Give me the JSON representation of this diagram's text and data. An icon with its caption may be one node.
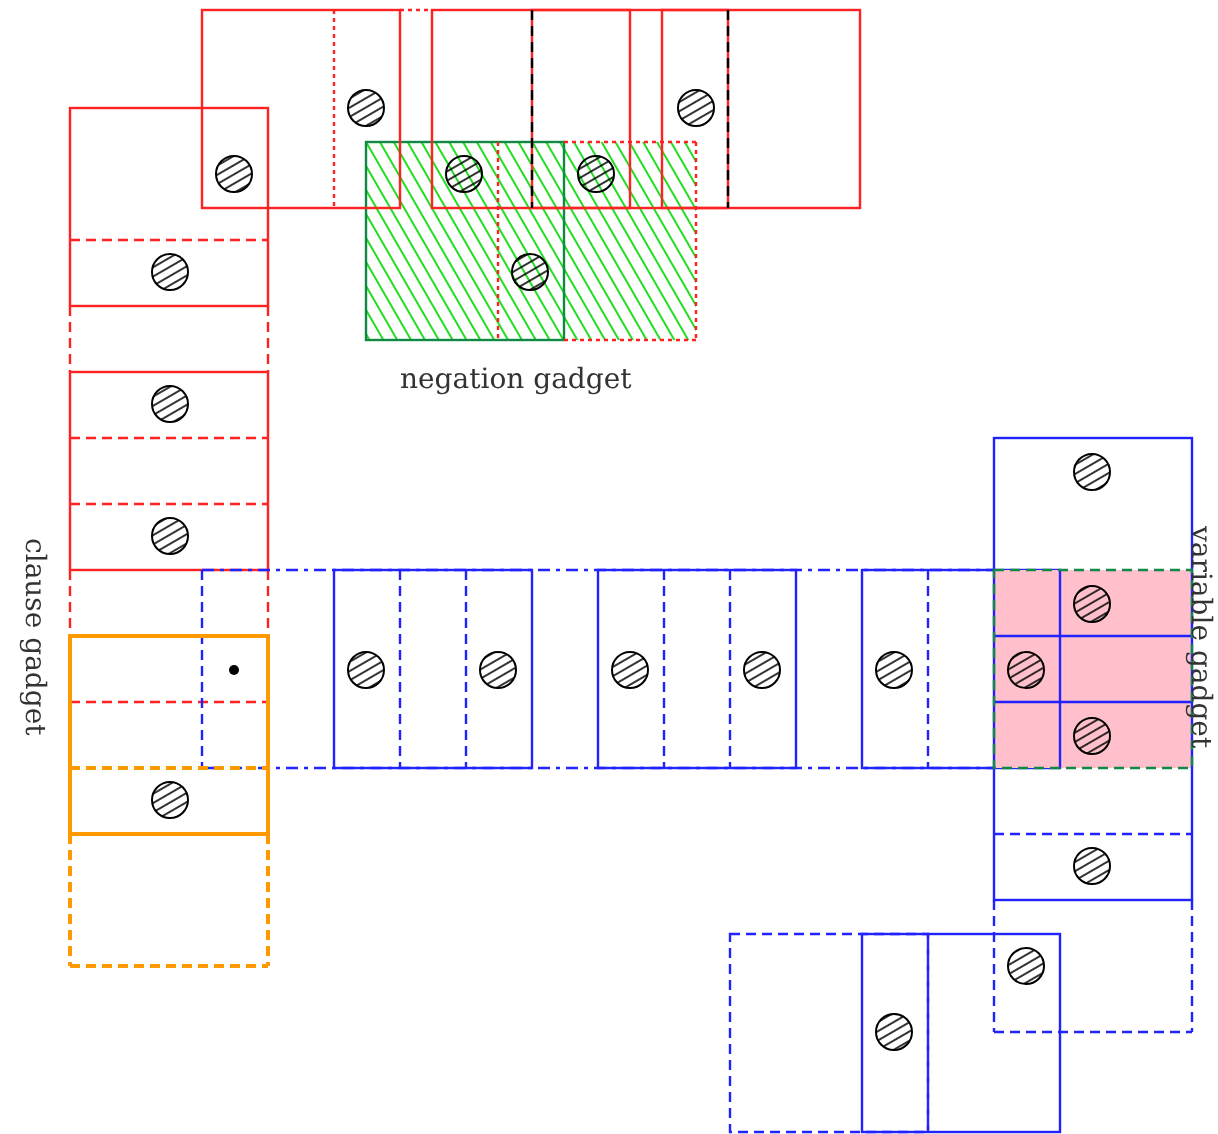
{
  "diagram": {
    "labels": [
      "negation gadget",
      "clause gadget",
      "variable gadget"
    ]
  }
}
